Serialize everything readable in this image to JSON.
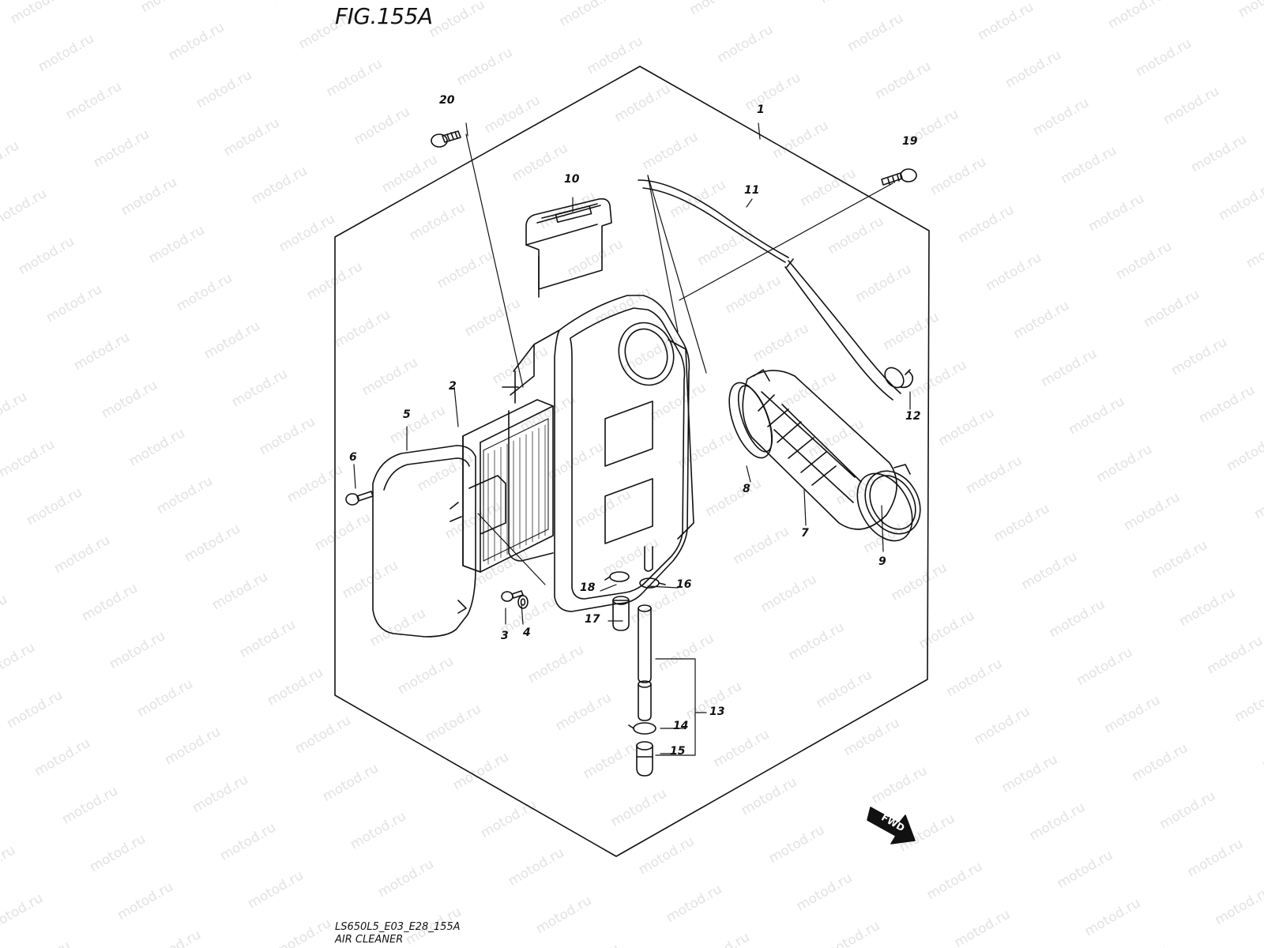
{
  "figure": {
    "title": "FIG.155A",
    "code": "LS650L5_E03_E28_155A",
    "name": "AIR CLEANER"
  },
  "watermark_text": "motod.ru",
  "fwd_label": "FWD",
  "callouts": {
    "c1": "1",
    "c2": "2",
    "c3": "3",
    "c4": "4",
    "c5": "5",
    "c6": "6",
    "c7": "7",
    "c8": "8",
    "c9": "9",
    "c10": "10",
    "c11": "11",
    "c12": "12",
    "c13": "13",
    "c14": "14",
    "c15": "15",
    "c16": "16",
    "c17": "17",
    "c18": "18",
    "c19": "19",
    "c20": "20"
  },
  "colors": {
    "line": "#111111",
    "watermark": "#e2e2e2"
  }
}
